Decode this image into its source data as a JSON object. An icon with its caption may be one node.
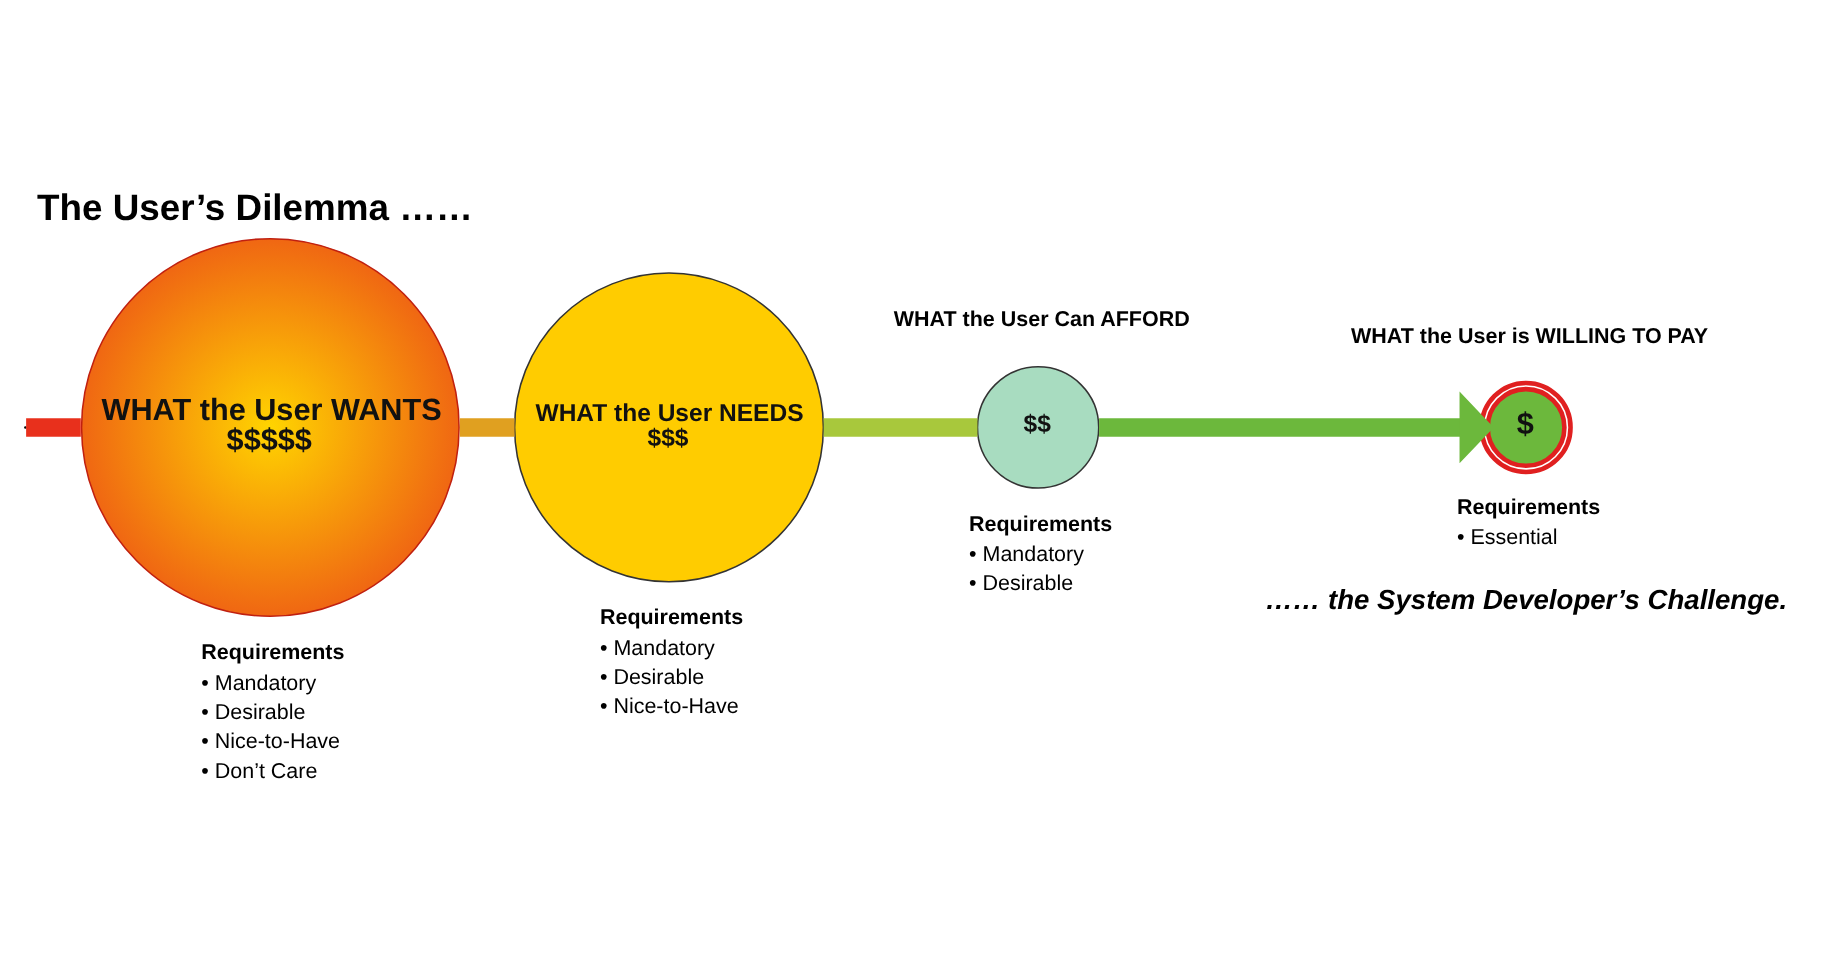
{
  "diagram": {
    "title": "The User’s Dilemma ……",
    "caption": "…… the System Developer’s Challenge.",
    "nodes": [
      {
        "text": [
          "WHAT the User WANTS",
          "$$$$$"
        ],
        "beside": [
          "Requirements",
          "• Mandatory",
          "• Desirable",
          "• Nice-to-Have",
          "• Don’t Care"
        ]
      },
      {
        "text": [
          "WHAT the User NEEDS",
          "$$$"
        ],
        "beside": [
          "Requirements",
          "• Mandatory",
          "• Desirable",
          "• Nice-to-Have"
        ]
      },
      {
        "text": [
          "$$"
        ],
        "beside": [
          "WHAT the User Can AFFORD",
          "Requirements",
          "• Mandatory",
          "• Desirable"
        ]
      },
      {
        "text": [
          "$"
        ],
        "beside": [
          "WHAT the User is WILLING TO PAY",
          "Requirements",
          "• Essential"
        ]
      }
    ],
    "edges": [
      {
        "from": null,
        "to": 0,
        "arrow": "none",
        "color": "#e8301c"
      },
      {
        "from": 0,
        "to": 1,
        "arrow": "none",
        "color": "#e0a020"
      },
      {
        "from": 1,
        "to": 2,
        "arrow": "none",
        "color": "#a8c83c"
      },
      {
        "from": 2,
        "to": 3,
        "arrow": "to",
        "color": "#6cb83c"
      }
    ]
  }
}
